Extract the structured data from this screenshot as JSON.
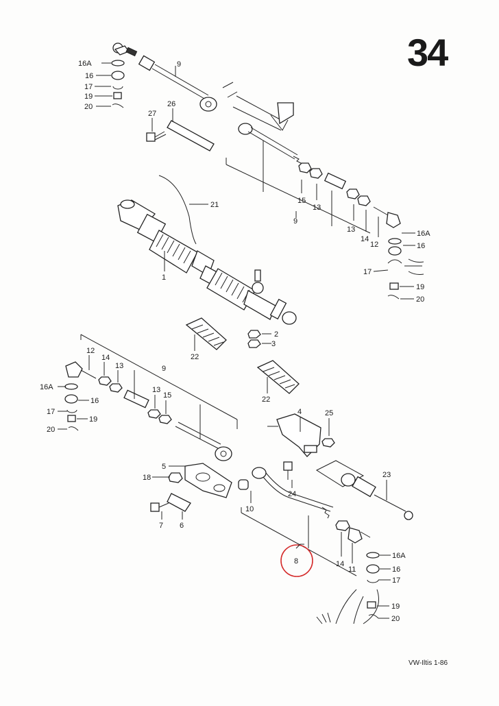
{
  "page_number": "34",
  "footer": "VW-Iltis  1-86",
  "callouts": {
    "top_left": [
      "16A",
      "16",
      "17",
      "19",
      "20"
    ],
    "top_right": [
      "16A",
      "16",
      "17",
      "19",
      "20"
    ],
    "bottom_left": [
      "16A",
      "16",
      "17",
      "19",
      "20"
    ],
    "bottom_right": [
      "16A",
      "16",
      "17",
      "19",
      "20"
    ],
    "n9a": "9",
    "n9b": "9",
    "n9c": "9",
    "n27": "27",
    "n26": "26",
    "n21": "21",
    "n1": "1",
    "n15a": "15",
    "n13a": "13",
    "n13b": "13",
    "n14a": "14",
    "n12a": "12",
    "n2": "2",
    "n3": "3",
    "n22a": "22",
    "n22b": "22",
    "n12b": "12",
    "n14b": "14",
    "n13c": "13",
    "n13d": "13",
    "n15b": "15",
    "n4": "4",
    "n25": "25",
    "n24": "24",
    "n23": "23",
    "n5": "5",
    "n18": "18",
    "n7": "7",
    "n6": "6",
    "n10": "10",
    "n8": "8",
    "n14c": "14",
    "n11": "11"
  },
  "highlight": {
    "label": "8",
    "color": "#d42a2a"
  }
}
